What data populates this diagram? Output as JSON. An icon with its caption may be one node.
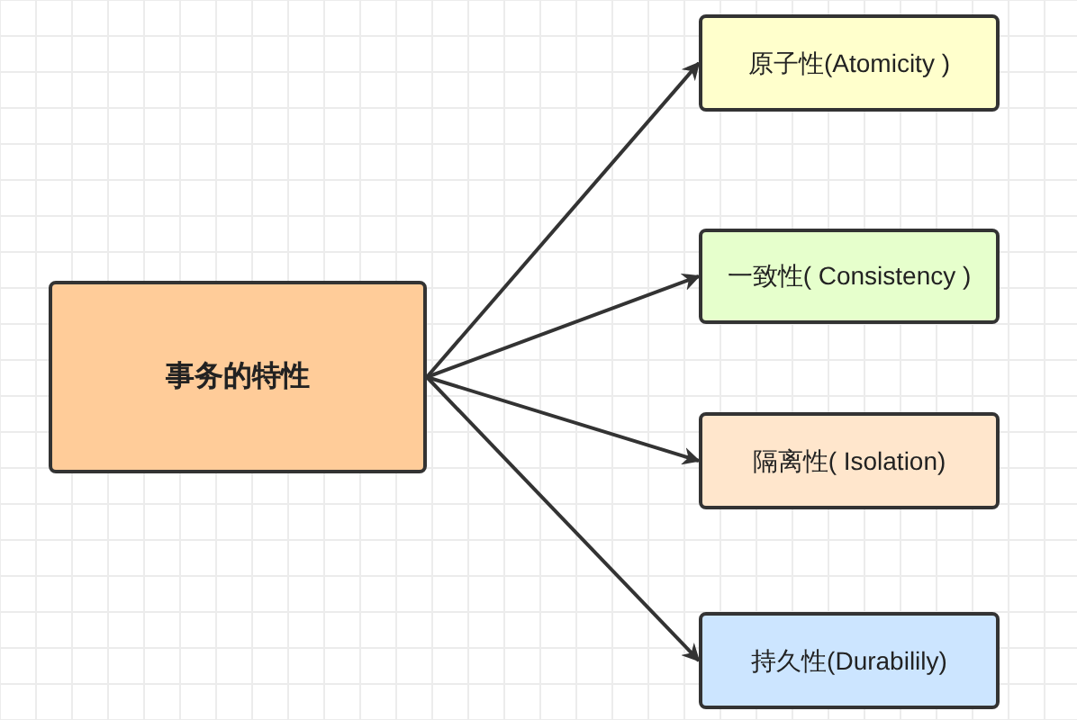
{
  "diagram": {
    "nodes": [
      {
        "text": [
          "事务的特性"
        ]
      },
      {
        "text": [
          "原子性(Atomicity )"
        ]
      },
      {
        "text": [
          "一致性( Consistency )"
        ]
      },
      {
        "text": [
          "隔离性( Isolation)"
        ]
      },
      {
        "text": [
          "持久性(Durabilily)"
        ]
      }
    ],
    "edges": [
      {
        "from": 0,
        "to": 1,
        "arrow": "to"
      },
      {
        "from": 0,
        "to": 2,
        "arrow": "to"
      },
      {
        "from": 0,
        "to": 3,
        "arrow": "to"
      },
      {
        "from": 0,
        "to": 4,
        "arrow": "to"
      }
    ]
  }
}
